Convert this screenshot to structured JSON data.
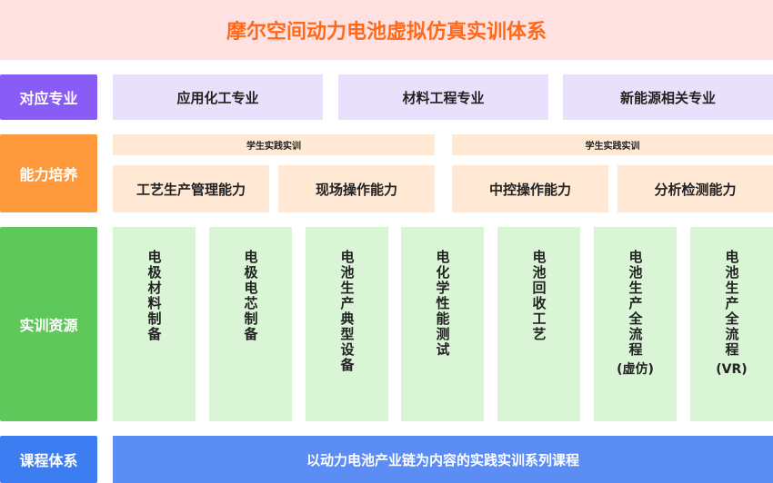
{
  "title": "摩尔空间动力电池虚拟仿真实训体系",
  "rows": {
    "major": "对应专业",
    "ability": "能力培养",
    "resource": "实训资源",
    "course": "课程体系"
  },
  "majors": [
    "应用化工专业",
    "材料工程专业",
    "新能源相关专业"
  ],
  "practice": [
    "学生实践实训",
    "学生实践实训"
  ],
  "abilities": [
    "工艺生产管理能力",
    "现场操作能力",
    "中控操作能力",
    "分析检测能力"
  ],
  "resources": [
    {
      "text": "电极材料制备",
      "suffix": ""
    },
    {
      "text": "电极电芯制备",
      "suffix": ""
    },
    {
      "text": "电池生产典型设备",
      "suffix": ""
    },
    {
      "text": "电化学性能测试",
      "suffix": ""
    },
    {
      "text": "电池回收工艺",
      "suffix": ""
    },
    {
      "text": "电池生产全流程",
      "suffix": "(虚仿)"
    },
    {
      "text": "电池生产全流程",
      "suffix": "(VR)"
    }
  ],
  "course": "以动力电池产业链为内容的实践实训系列课程",
  "colors": {
    "title_bg": "#ffe1e1",
    "title_text": "#ff6a1a",
    "major_label": "#8a5cf6",
    "ability_label": "#ff9a3c",
    "resource_label": "#5fc85a",
    "course_label": "#3d7df2"
  }
}
